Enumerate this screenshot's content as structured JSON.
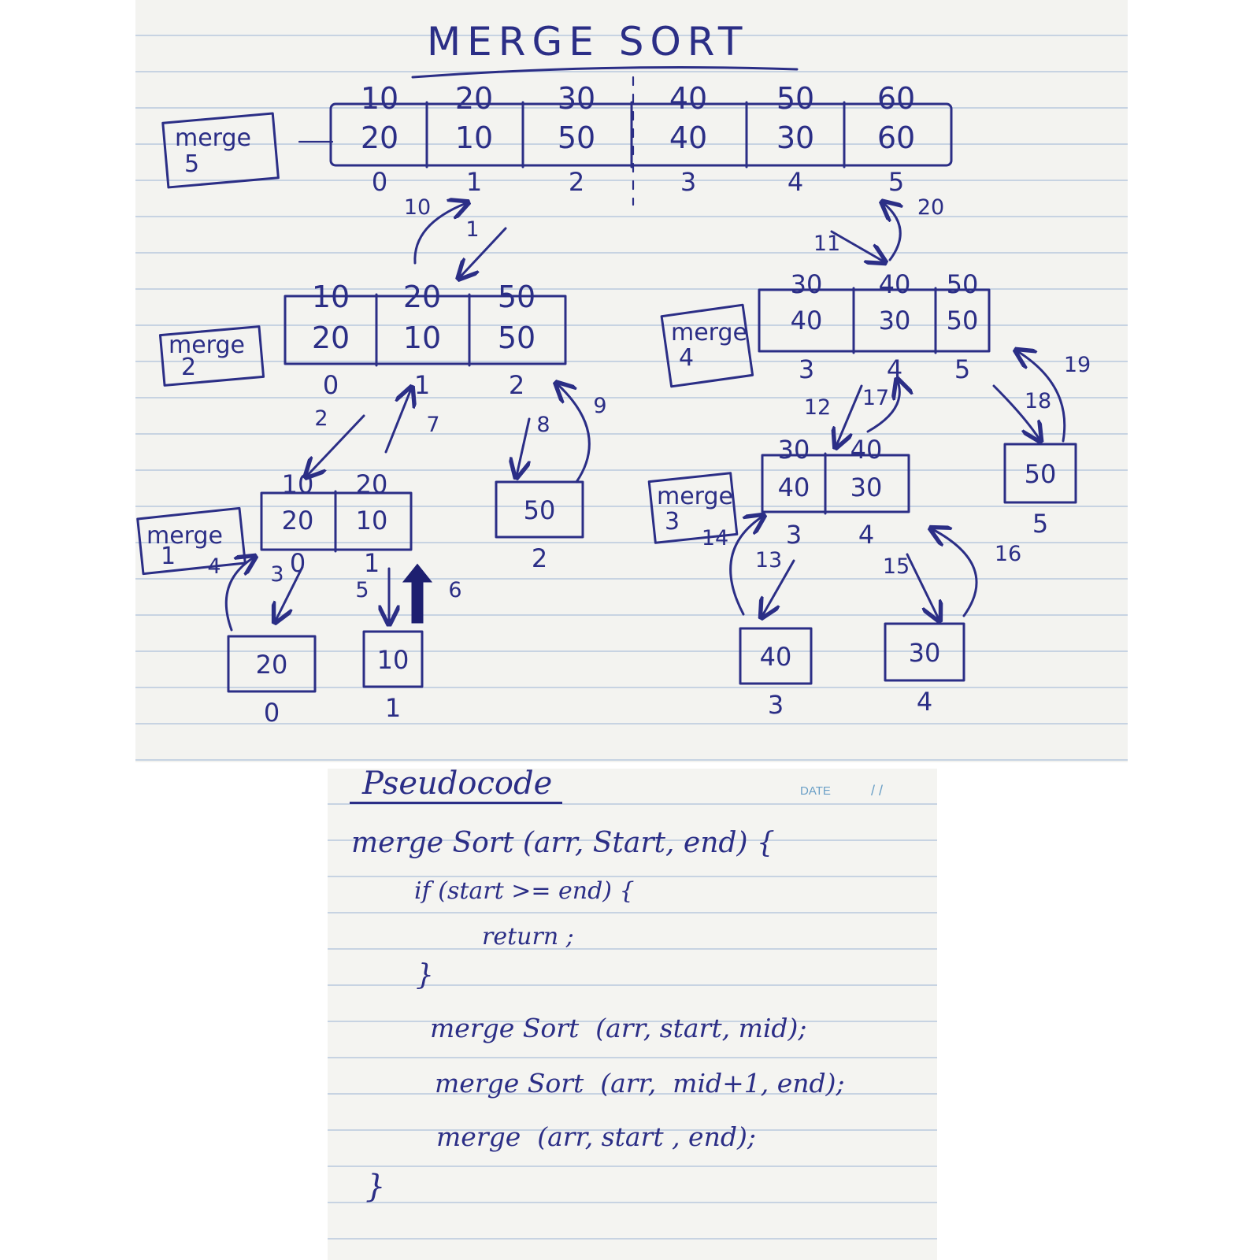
{
  "title": "MERGE SORT",
  "nodes": {
    "merge5": {
      "label": "merge",
      "num": "5",
      "top": [
        "10",
        "20",
        "30",
        "40",
        "50",
        "60"
      ],
      "bottom": [
        "20",
        "10",
        "50",
        "40",
        "30",
        "60"
      ],
      "idx": [
        "0",
        "1",
        "2",
        "3",
        "4",
        "5"
      ]
    },
    "merge2": {
      "label": "merge",
      "num": "2",
      "top": [
        "10",
        "20",
        "50"
      ],
      "bottom": [
        "20",
        "10",
        "50"
      ],
      "idx": [
        "0",
        "1",
        "2"
      ]
    },
    "merge4": {
      "label": "merge",
      "num": "4",
      "top": [
        "30",
        "40",
        "50"
      ],
      "bottom": [
        "40",
        "30",
        "50"
      ],
      "idx": [
        "3",
        "4",
        "5"
      ]
    },
    "merge1": {
      "label": "merge",
      "num": "1",
      "top": [
        "10",
        "20"
      ],
      "bottom": [
        "20",
        "10"
      ],
      "idx": [
        "0",
        "1"
      ]
    },
    "merge3": {
      "label": "merge",
      "num": "3",
      "top": [
        "30",
        "40"
      ],
      "bottom": [
        "40",
        "30"
      ],
      "idx": [
        "3",
        "4"
      ]
    },
    "leaves": [
      {
        "value": "20",
        "idx": "0"
      },
      {
        "value": "10",
        "idx": "1"
      },
      {
        "value": "50",
        "idx": "2"
      },
      {
        "value": "40",
        "idx": "3"
      },
      {
        "value": "30",
        "idx": "4"
      },
      {
        "value": "50",
        "idx": "5"
      }
    ]
  },
  "steps": [
    "1",
    "2",
    "3",
    "4",
    "5",
    "6",
    "7",
    "8",
    "9",
    "10",
    "11",
    "12",
    "13",
    "14",
    "15",
    "16",
    "17",
    "18",
    "19",
    "20"
  ],
  "pseudocode": {
    "heading": "Pseudocode",
    "date_label": "DATE",
    "date_slashes": "/   /",
    "lines": [
      "merge Sort (arr, Start, end) {",
      "if (start >= end) {",
      "return ;",
      "}",
      "merge Sort  (arr, start, mid);",
      "merge Sort  (arr,  mid+1, end);",
      "merge  (arr, start , end);",
      "}"
    ]
  }
}
